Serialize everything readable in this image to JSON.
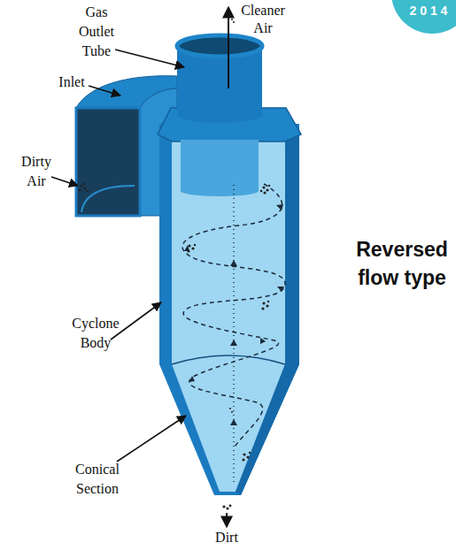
{
  "diagram": {
    "labels": [
      "2 0 1 4",
      "Cleaner Air",
      "Gas Outlet Tube",
      "Inlet",
      "Dirty Air",
      "Reversed flow type",
      "Cyclone Body",
      "Conical Section",
      "Dirt"
    ]
  }
}
